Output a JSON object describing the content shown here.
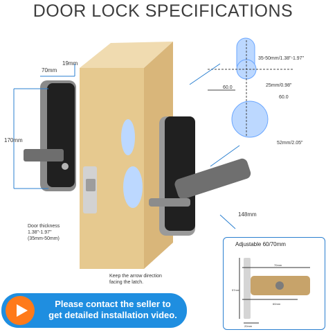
{
  "title": "DOOR LOCK SPECIFICATIONS",
  "dims": {
    "width_70": "70mm",
    "width_19": "19mm",
    "height_170": "170mm",
    "handle_148": "148mm",
    "door_thickness": [
      "Door thickness",
      "1.38\"-1.97\"",
      "(35mm-50mm)"
    ],
    "hole_35_50": "35-50mm/1.38\"-1.97\"",
    "hole_25": "25mm/0.98\"",
    "hole_52": "52mm/2.05\"",
    "center_60a": "60.0",
    "center_60b": "60.0"
  },
  "note_arrow": [
    "Keep the arrow direction",
    "facing the latch."
  ],
  "inset": {
    "title": "Adjustable 60/70mm",
    "d70": "70mm",
    "d60": "60mm",
    "d57": "57mm",
    "d20": "20mm"
  },
  "cta": {
    "line1": "Please contact the seller to",
    "line2": "get detailed installation video."
  },
  "colors": {
    "accent": "#1f8ee0",
    "play": "#ff7a1a",
    "door": "#e6c98f",
    "hole": "#bcd8ff"
  }
}
